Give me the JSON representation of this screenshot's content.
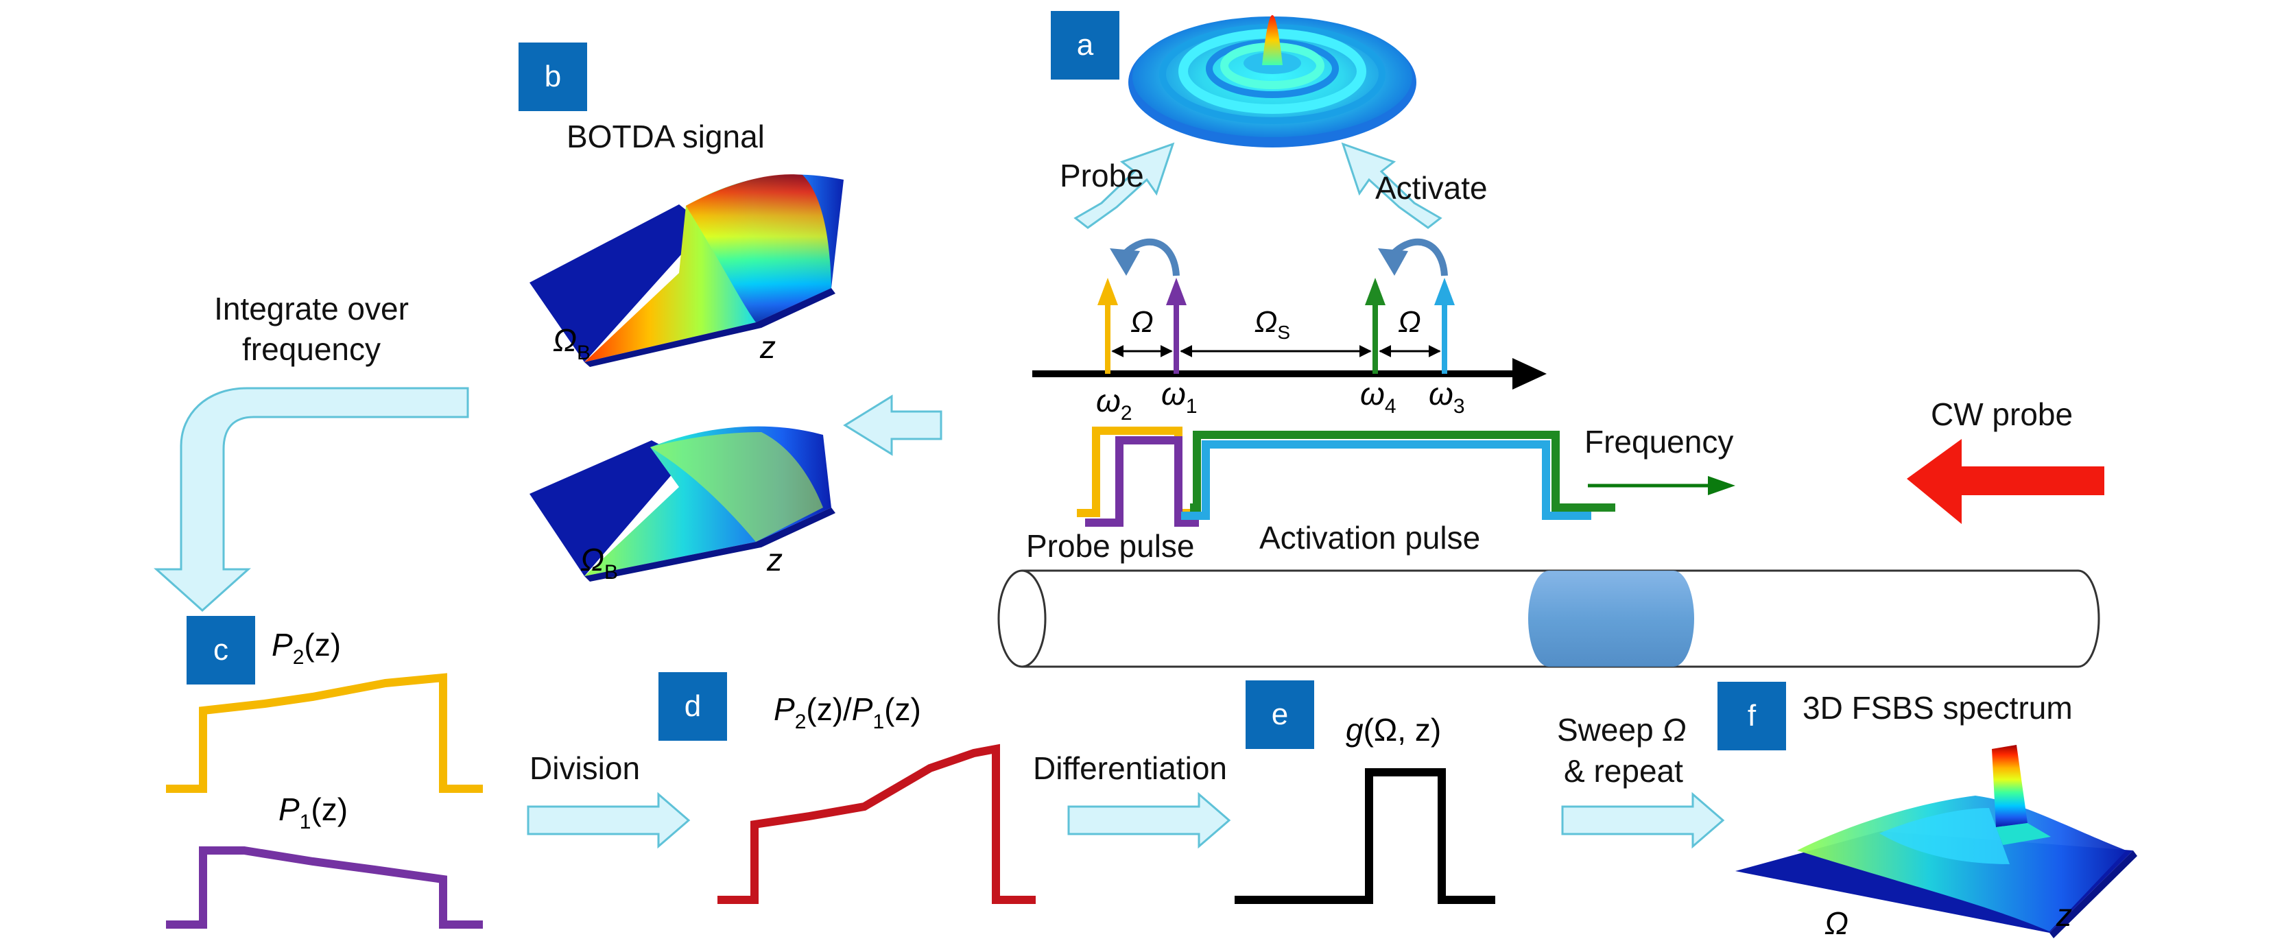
{
  "colors": {
    "panel_label_bg": "#0a6ab7",
    "arrow_fill": "#d6f4fb",
    "arrow_stroke": "#5fc2d8",
    "curl_arrow": "#4f84bc",
    "omega2": "#f5b800",
    "omega1": "#7433a2",
    "omega4": "#1f8a22",
    "omega3": "#27a9e3",
    "division_trace": "#c4141d",
    "gain_trace": "#000000",
    "fiber_section": "#5b9bd5",
    "cw_probe_arrow": "#f21a0f",
    "frequency_arrow": "#0a7a0e"
  },
  "panels": {
    "a": {
      "letter": "a",
      "probe": "Probe",
      "activate": "Activate"
    },
    "b": {
      "letter": "b",
      "title": "BOTDA signal",
      "omega_b_1": "Ω",
      "omega_b_1_sub": "B",
      "z_1": "z",
      "omega_b_2": "Ω",
      "omega_b_2_sub": "B",
      "z_2": "z"
    },
    "c": {
      "letter": "c",
      "p2_base": "P",
      "p2_sub": "2",
      "p2_tail": "(z)",
      "p1_base": "P",
      "p1_sub": "1",
      "p1_tail": "(z)"
    },
    "d": {
      "letter": "d",
      "ratio_1": "P",
      "ratio_1_sub": "2",
      "ratio_2": "(z)/",
      "ratio_3": "P",
      "ratio_3_sub": "1",
      "ratio_4": "(z)"
    },
    "e": {
      "letter": "e",
      "g_label": "g",
      "g_args": "(Ω, z)"
    },
    "f": {
      "letter": "f",
      "title": "3D FSBS spectrum",
      "omega": "Ω",
      "z": "z"
    }
  },
  "steps": {
    "integrate_line1": "Integrate over",
    "integrate_line2": "frequency",
    "division": "Division",
    "differentiation": "Differentiation",
    "sweep_line1_a": "Sweep ",
    "sweep_line1_b": "Ω",
    "sweep_line2": "& repeat"
  },
  "frequency_axis": {
    "omega2": "ω",
    "omega2_sub": "2",
    "omega1": "ω",
    "omega1_sub": "1",
    "omega4": "ω",
    "omega4_sub": "4",
    "omega3": "ω",
    "omega3_sub": "3",
    "gap_left": "Ω",
    "gap_mid": "Ω",
    "gap_mid_sub": "S",
    "gap_right": "Ω"
  },
  "pulses": {
    "frequency": "Frequency",
    "cw_probe": "CW probe",
    "probe_pulse": "Probe pulse",
    "activation_pulse": "Activation pulse"
  }
}
